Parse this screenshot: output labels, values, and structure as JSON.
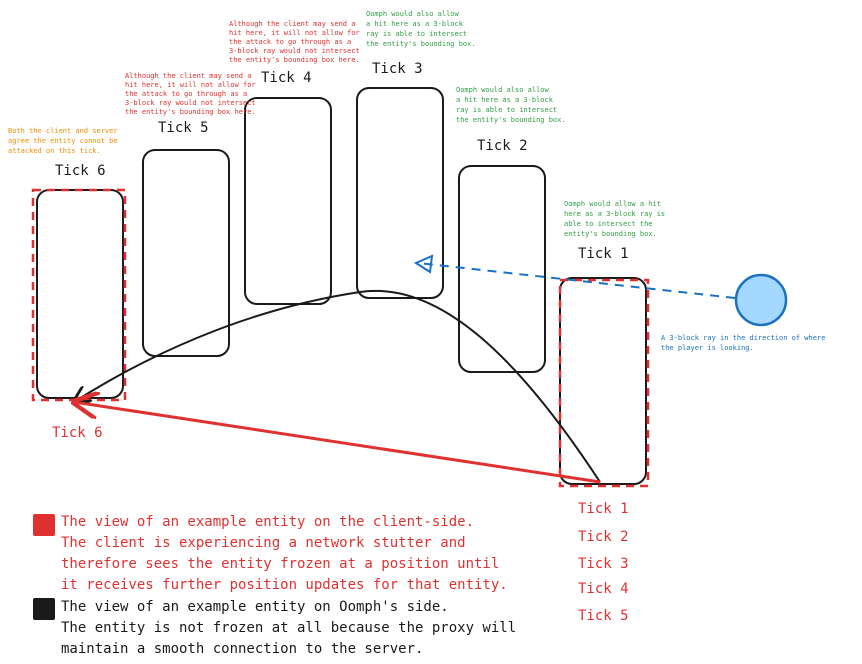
{
  "ticks": {
    "tick1": "Tick 1",
    "tick2": "Tick 2",
    "tick3": "Tick 3",
    "tick4": "Tick 4",
    "tick5": "Tick 5",
    "tick6": "Tick 6",
    "client_tick6": "Tick 6",
    "client_list": [
      "Tick 1",
      "Tick 2",
      "Tick 3",
      "Tick 4",
      "Tick 5"
    ]
  },
  "notes": {
    "tick1_note": [
      "Oomph would allow a hit",
      "here as a 3-block ray is",
      "able to intersect the",
      "entity's bounding box."
    ],
    "tick2_note": [
      "Oomph would also allow",
      "a hit here as a 3-block",
      "ray is able to intersect",
      "the entity's bounding box."
    ],
    "tick3_note": [
      "Oomph would also allow",
      "a hit here as a 3-block",
      "ray is able to intersect",
      "the entity's bounding box."
    ],
    "tick4_note": [
      "Although the client may send a",
      "hit here, it will not allow for",
      "the attack to go through as a",
      "3-block ray would not intersect",
      "the entity's bounding box here."
    ],
    "tick5_note": [
      "Although the client may send a",
      "hit here, it will not allow for",
      "the attack to go through as a",
      "3-block ray would not intersect",
      "the entity's bounding box here."
    ],
    "tick6_note": [
      "Both the client and server",
      "agree the entity cannot be",
      "attacked on this tick."
    ],
    "ray_note": [
      "A 3-block ray in the direction of where",
      "the player is looking."
    ]
  },
  "legend": {
    "client": {
      "color": "#e03131",
      "lines": [
        "The view of an example entity on the client-side.",
        "The client is experiencing a network stutter and",
        "therefore sees the entity frozen at a position until",
        "it receives further position updates for that entity."
      ]
    },
    "oomph": {
      "color": "#1a1a1a",
      "lines": [
        "The view of an example entity on Oomph's side.",
        "The entity is not frozen at all because the proxy will",
        "maintain a smooth connection to the server."
      ]
    }
  },
  "colors": {
    "client_red": "#e03131",
    "server_black": "#1a1a1a",
    "ray_blue": "#1971c2",
    "player_fill": "#a5d8ff",
    "note_green": "#2f9e44",
    "note_orange": "#f08c00"
  },
  "icons": {
    "player": "player-circle-icon"
  }
}
